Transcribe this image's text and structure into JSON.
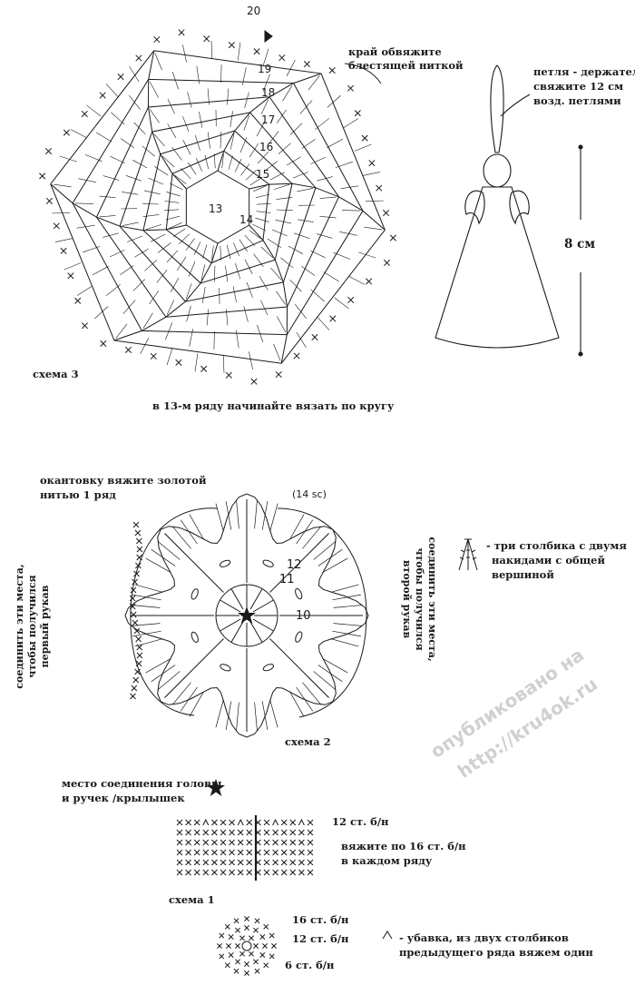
{
  "scheme3": {
    "caption": "схема 3",
    "note_border": [
      "край обвяжите",
      "блестящей ниткой"
    ],
    "note_round": "в 13-м ряду начинайте вязать по кругу",
    "row_numbers": [
      "20",
      "19",
      "18",
      "17",
      "16",
      "15",
      "14",
      "13"
    ]
  },
  "angel": {
    "note_loop": [
      "петля - держатель",
      "свяжите 12 см",
      "возд. петлями"
    ],
    "height": "8 см"
  },
  "scheme2": {
    "caption": "схема 2",
    "note_gold": [
      "окантовку вяжите золотой",
      "нитью 1 ряд"
    ],
    "left_side": [
      "соединить эти места,",
      "чтобы получился",
      "первый рукав"
    ],
    "right_side": [
      "соединить эти места,",
      "чтобы получился",
      "второй рукав"
    ],
    "sc_note": "(14 sc)",
    "row_numbers": [
      "12",
      "11",
      "10"
    ]
  },
  "legend": {
    "cluster": [
      "- три столбика с двумя",
      "накидами с общей",
      "вершиной"
    ],
    "join_point": [
      "место соединения головы",
      "и ручек /крылышек"
    ],
    "decrease": [
      "- убавка, из двух столбиков",
      "предыдущего ряда вяжем один"
    ]
  },
  "scheme1": {
    "caption": "схема 1",
    "rows_label": "12 ст. б/н",
    "note": [
      "вяжите по 16 ст. б/н",
      "в каждом ряду"
    ]
  },
  "base": {
    "labels": [
      "16 ст. б/н",
      "12 ст. б/н",
      "6 ст. б/н"
    ]
  },
  "watermark": [
    "опубликовано на",
    "http://kru4ok.ru"
  ]
}
